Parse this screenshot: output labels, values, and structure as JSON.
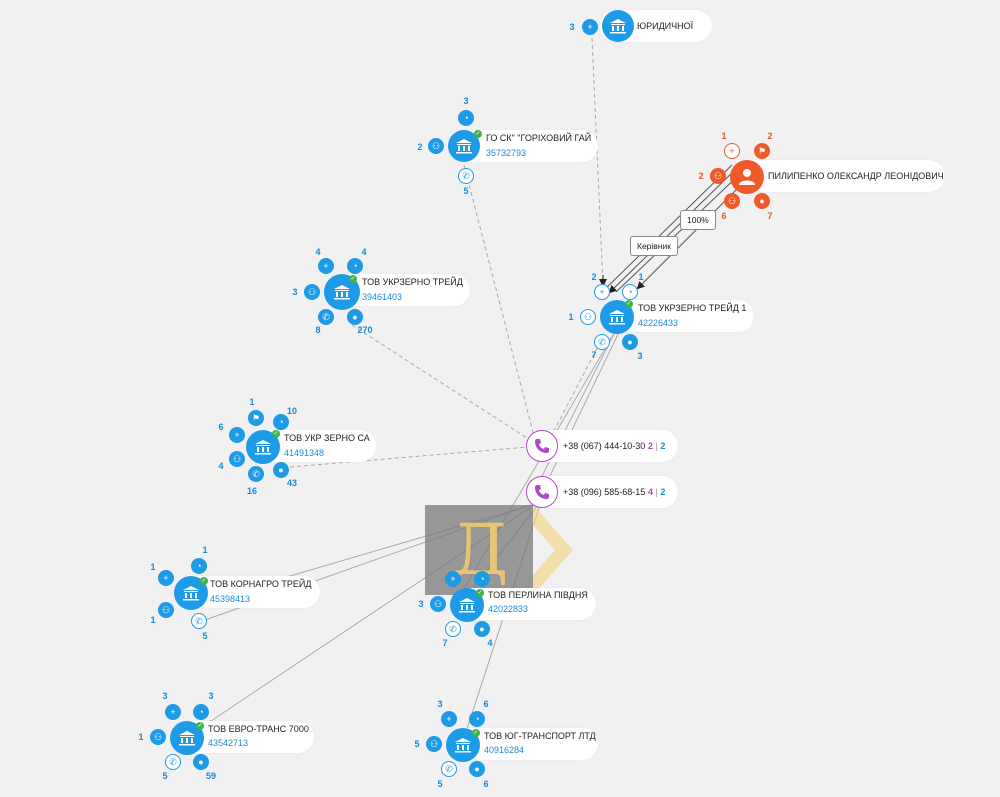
{
  "graph": {
    "nodes": [
      {
        "id": "yurydychnoi",
        "kind": "company",
        "name": "ЮРИДИЧНОЇ",
        "code": ""
      },
      {
        "id": "hs-gorikhovyi",
        "kind": "company",
        "name": "ГО СК\" \"ГОРІХОВИЙ ГАЙ",
        "code": "35732793"
      },
      {
        "id": "pylypenko",
        "kind": "person",
        "name": "ПИЛИПЕНКО ОЛЕКСАНДР ЛЕОНІДОВИЧ",
        "code": ""
      },
      {
        "id": "ukrzerno-treid",
        "kind": "company",
        "name": "ТОВ УКРЗЕРНО ТРЕЙД",
        "code": "39461403"
      },
      {
        "id": "ukrzerno-treid-1",
        "kind": "company",
        "name": "ТОВ УКРЗЕРНО ТРЕЙД 1",
        "code": "42226433"
      },
      {
        "id": "ukr-zerno-sa",
        "kind": "company",
        "name": "ТОВ УКР ЗЕРНО СА",
        "code": "41491348"
      },
      {
        "id": "kornagro",
        "kind": "company",
        "name": "ТОВ КОРНАГРО ТРЕЙД",
        "code": "45398413"
      },
      {
        "id": "perlyna",
        "kind": "company",
        "name": "ТОВ ПЕРЛИНА ПІВДНЯ",
        "code": "42022833"
      },
      {
        "id": "evro-trans",
        "kind": "company",
        "name": "ТОВ ЕВРО-ТРАНС 7000",
        "code": "43542713"
      },
      {
        "id": "yug-transport",
        "kind": "company",
        "name": "ТОВ ЮГ-ТРАНСПОРТ ЛТД",
        "code": "40916284"
      }
    ],
    "phones": [
      {
        "id": "phone1",
        "number": "+38 (067) 444-10-30",
        "count_a": "2",
        "sep": "|",
        "count_b": "2"
      },
      {
        "id": "phone2",
        "number": "+38 (096) 585-68-15",
        "count_a": "4",
        "sep": "|",
        "count_b": "2"
      }
    ],
    "edge_labels": {
      "share": "100%",
      "role": "Керівник"
    },
    "satellites": {
      "yurydychnoi": [
        {
          "icon": "person-add-icon",
          "count": "3"
        }
      ],
      "hs-gorikhovyi": [
        {
          "icon": "pie-chart-icon",
          "count": "3"
        },
        {
          "icon": "people-icon",
          "count": "2"
        },
        {
          "icon": "phone-icon",
          "count": "5"
        }
      ],
      "pylypenko": [
        {
          "icon": "person-add-icon",
          "count": "1"
        },
        {
          "icon": "flag-icon",
          "count": "2"
        },
        {
          "icon": "people-icon",
          "count": "2"
        },
        {
          "icon": "people-add-icon",
          "count": "6"
        },
        {
          "icon": "location-icon",
          "count": "7"
        }
      ],
      "ukrzerno-treid": [
        {
          "icon": "person-add-icon",
          "count": "4"
        },
        {
          "icon": "pie-chart-icon",
          "count": "4"
        },
        {
          "icon": "people-icon",
          "count": "3"
        },
        {
          "icon": "phone-icon",
          "count": "8"
        },
        {
          "icon": "location-icon",
          "count": "270"
        }
      ],
      "ukrzerno-treid-1": [
        {
          "icon": "person-add-icon",
          "count": "2"
        },
        {
          "icon": "pie-chart-icon",
          "count": "1"
        },
        {
          "icon": "people-icon",
          "count": "1"
        },
        {
          "icon": "phone-icon",
          "count": "7"
        },
        {
          "icon": "location-icon",
          "count": "3"
        }
      ],
      "ukr-zerno-sa": [
        {
          "icon": "flag-icon",
          "count": "1"
        },
        {
          "icon": "pie-chart-icon",
          "count": "10"
        },
        {
          "icon": "person-add-icon",
          "count": "6"
        },
        {
          "icon": "people-icon",
          "count": "4"
        },
        {
          "icon": "phone-icon",
          "count": "16"
        },
        {
          "icon": "location-icon",
          "count": "43"
        }
      ],
      "kornagro": [
        {
          "icon": "pie-chart-icon",
          "count": "1"
        },
        {
          "icon": "person-add-icon",
          "count": "1"
        },
        {
          "icon": "people-icon",
          "count": "1"
        },
        {
          "icon": "phone-icon",
          "count": "5"
        }
      ],
      "perlyna": [
        {
          "icon": "person-add-icon",
          "count": ""
        },
        {
          "icon": "pie-chart-icon",
          "count": ""
        },
        {
          "icon": "people-icon",
          "count": "3"
        },
        {
          "icon": "phone-icon",
          "count": "7"
        },
        {
          "icon": "location-icon",
          "count": "4"
        }
      ],
      "evro-trans": [
        {
          "icon": "person-add-icon",
          "count": "3"
        },
        {
          "icon": "pie-chart-icon",
          "count": "3"
        },
        {
          "icon": "people-icon",
          "count": "1"
        },
        {
          "icon": "phone-icon",
          "count": "5"
        },
        {
          "icon": "location-icon",
          "count": "59"
        }
      ],
      "yug-transport": [
        {
          "icon": "person-add-icon",
          "count": "3"
        },
        {
          "icon": "pie-chart-icon",
          "count": "6"
        },
        {
          "icon": "people-icon",
          "count": "5"
        },
        {
          "icon": "phone-icon",
          "count": "5"
        },
        {
          "icon": "location-icon",
          "count": "6"
        }
      ]
    },
    "watermark": {
      "letter": "Д"
    },
    "colors": {
      "company": "#1e9be6",
      "person": "#ef5a28",
      "phone": "#b04bc8",
      "edge": "#a8a8a8",
      "check": "#3cb44b"
    }
  }
}
